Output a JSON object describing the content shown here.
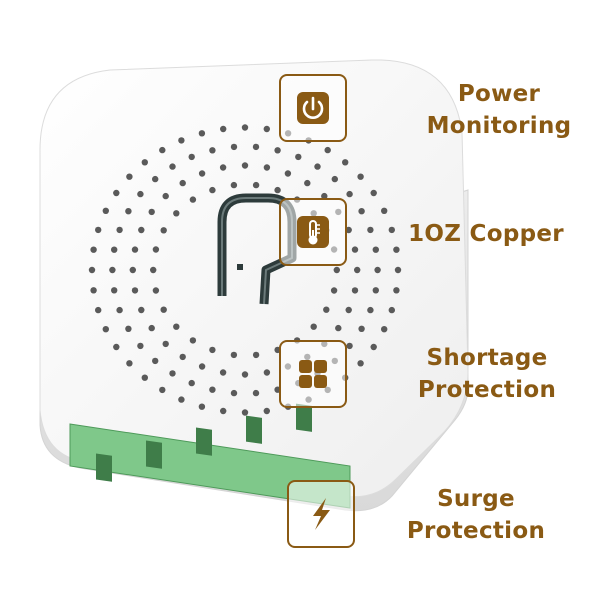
{
  "colors": {
    "accent": "#8a5a14",
    "device_body": "#f7f7f7",
    "terminal_green": "#7fc88a"
  },
  "features": [
    {
      "icon": "power-icon",
      "lines": [
        "Power",
        "Monitoring"
      ]
    },
    {
      "icon": "thermometer-icon",
      "lines": [
        "1OZ Copper"
      ]
    },
    {
      "icon": "grid-icon",
      "lines": [
        "Shortage",
        "Protection"
      ]
    },
    {
      "icon": "lightning-icon",
      "lines": [
        "Surge",
        "Protection"
      ]
    }
  ]
}
